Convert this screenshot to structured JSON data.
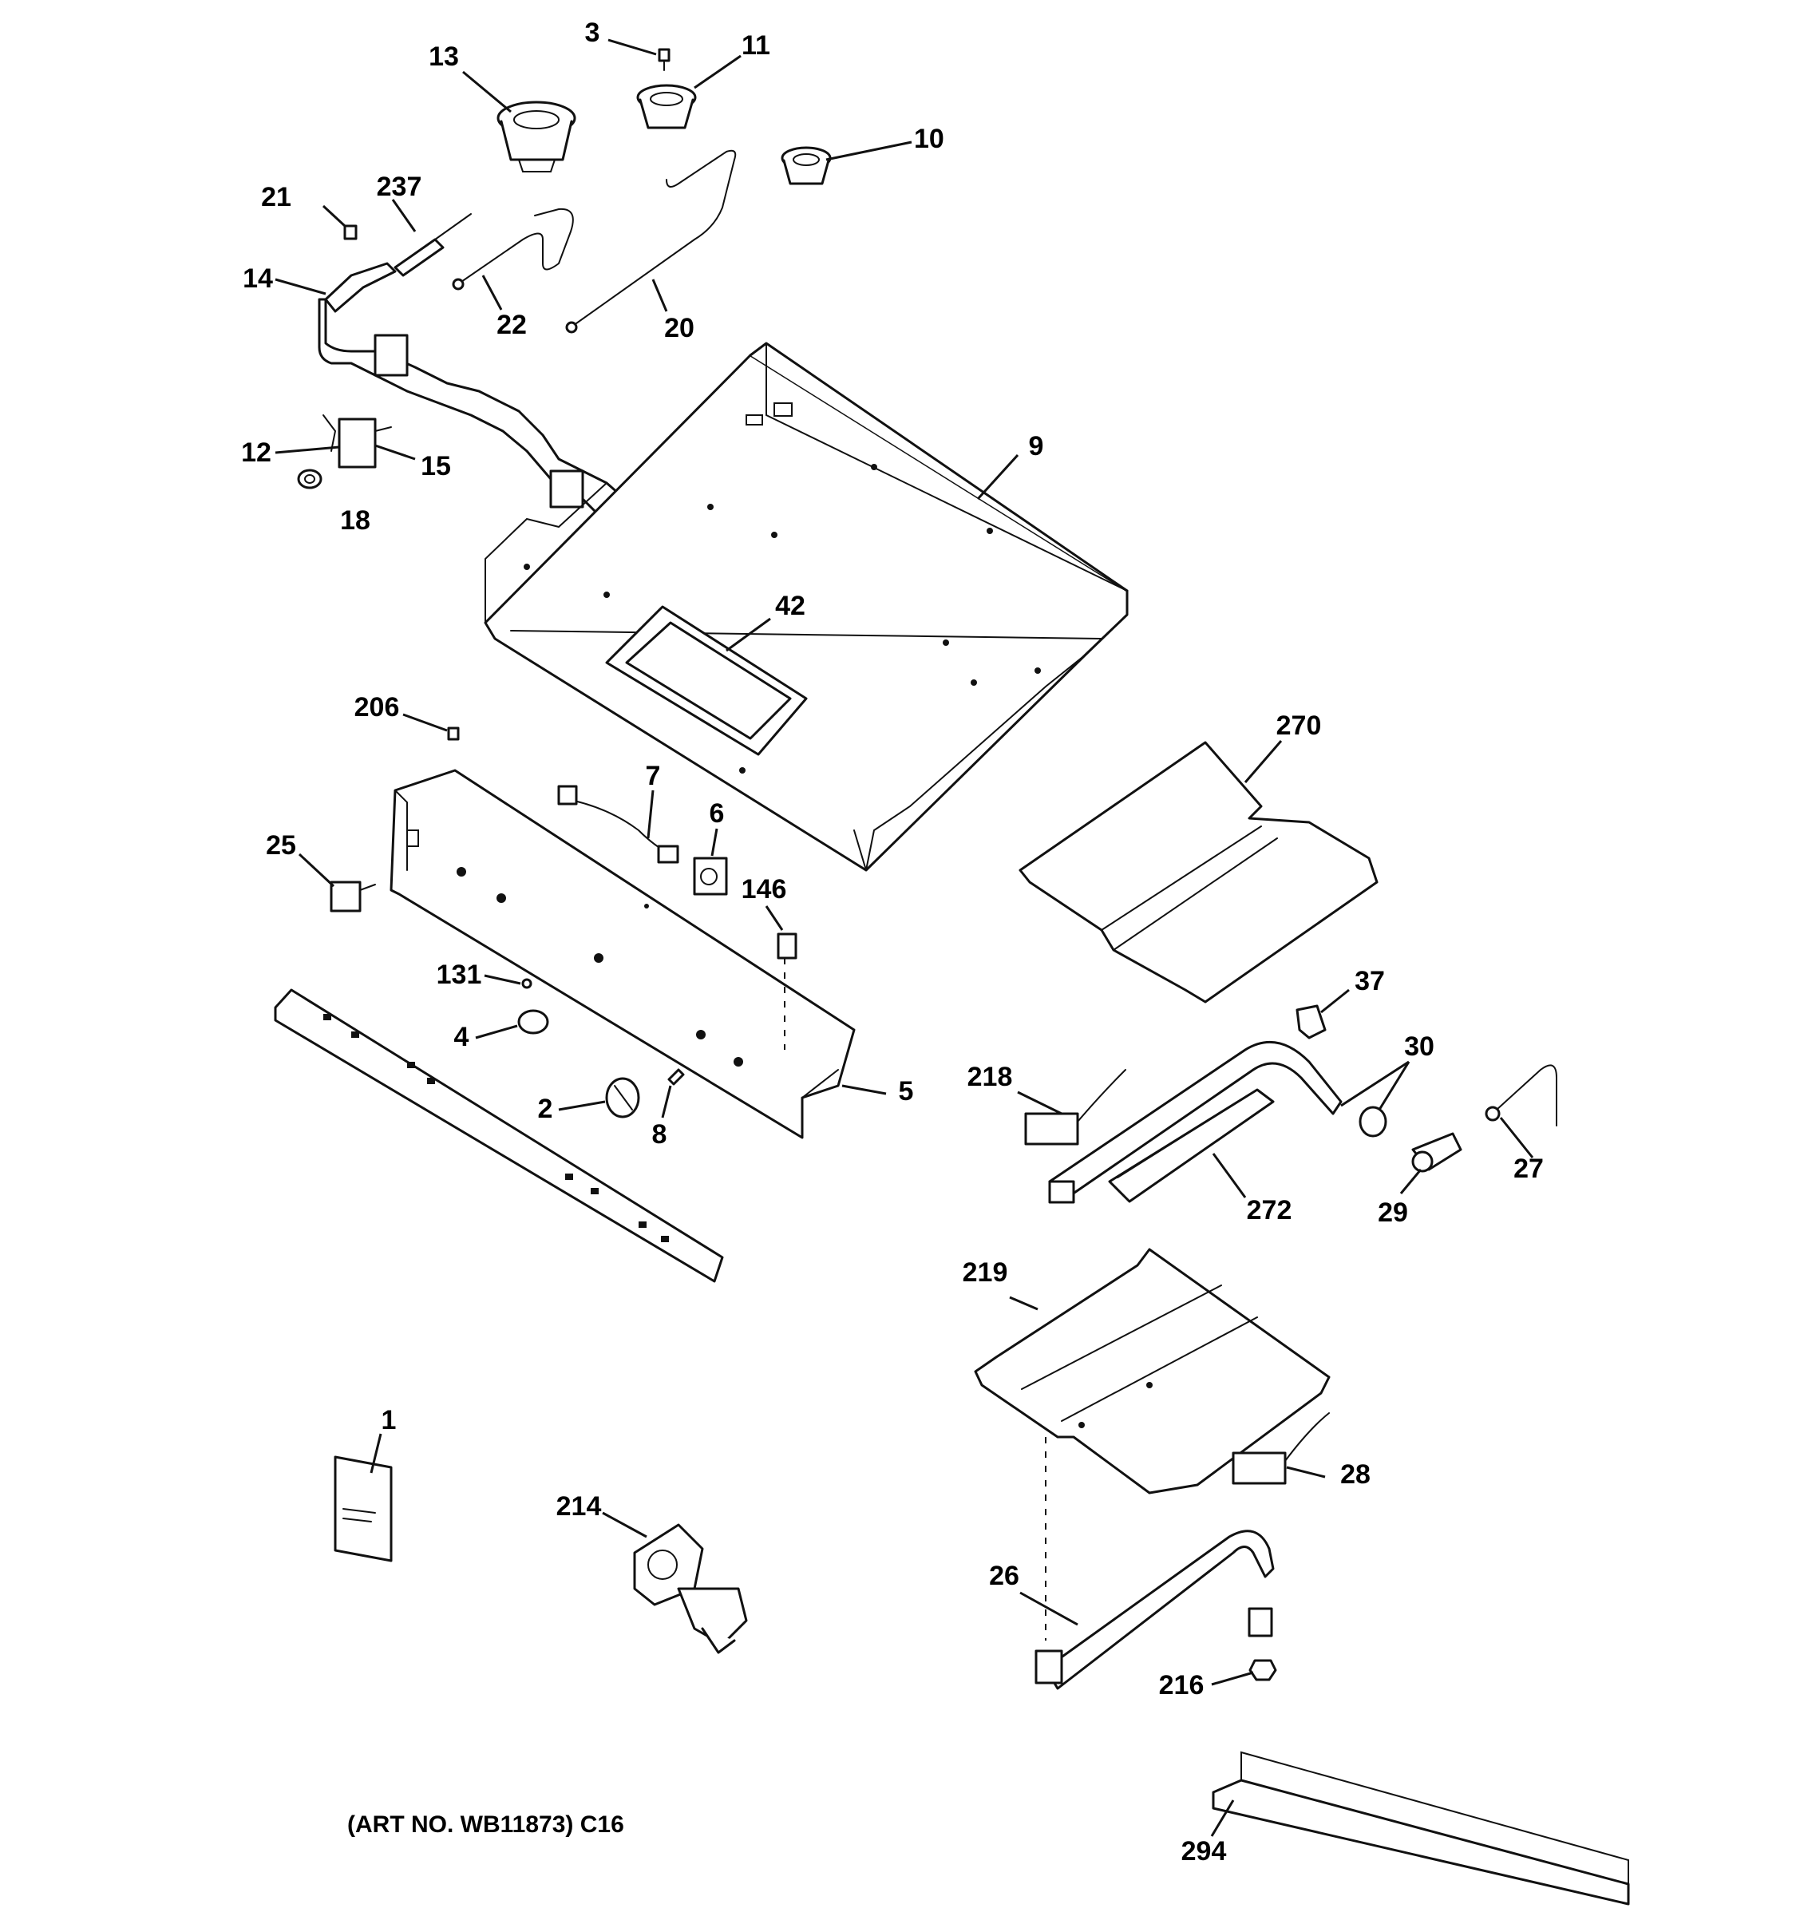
{
  "diagram": {
    "caption": "(ART NO. WB11873) C16",
    "callouts": [
      "3",
      "11",
      "13",
      "10",
      "21",
      "237",
      "14",
      "22",
      "20",
      "12",
      "15",
      "18",
      "9",
      "42",
      "206",
      "7",
      "6",
      "146",
      "25",
      "131",
      "4",
      "2",
      "8",
      "5",
      "270",
      "37",
      "30",
      "218",
      "27",
      "272",
      "29",
      "219",
      "1",
      "28",
      "214",
      "26",
      "216",
      "294"
    ]
  },
  "colors": {
    "ink": "#111111",
    "paper": "#ffffff"
  }
}
